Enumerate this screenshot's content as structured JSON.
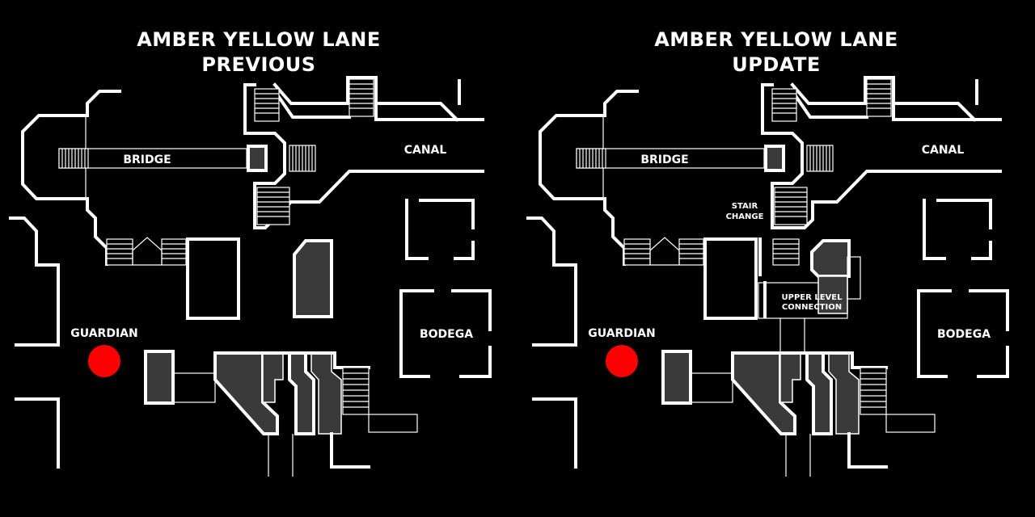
{
  "panels": [
    {
      "title_line1": "AMBER YELLOW LANE",
      "title_line2": "PREVIOUS",
      "labels": {
        "bridge": "BRIDGE",
        "canal": "CANAL",
        "guardian": "GUARDIAN",
        "bodega": "BODEGA"
      }
    },
    {
      "title_line1": "AMBER YELLOW LANE",
      "title_line2": "UPDATE",
      "labels": {
        "bridge": "BRIDGE",
        "canal": "CANAL",
        "guardian": "GUARDIAN",
        "bodega": "BODEGA",
        "stair_change_1": "STAIR",
        "stair_change_2": "CHANGE",
        "upper_level_1": "UPPER LEVEL",
        "upper_level_2": "CONNECTION"
      }
    }
  ],
  "colors": {
    "background": "#000000",
    "walls": "#ffffff",
    "blocks": "#3a3a3a",
    "guardian_marker": "#ff0000"
  }
}
